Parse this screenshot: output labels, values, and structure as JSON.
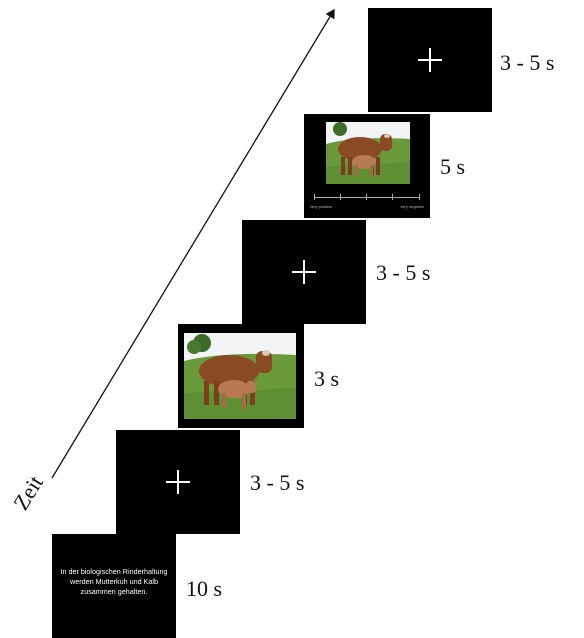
{
  "time_axis_label": "Zeit",
  "trials": [
    {
      "kind": "text",
      "durations_text": "10 s",
      "text": "In der biologischen Rinderhaltung werden Mutterkuh und Kalb zusammen gehalten."
    },
    {
      "kind": "fixation",
      "durations_text": "3 - 5 s"
    },
    {
      "kind": "image",
      "durations_text": "3 s",
      "image_description": "cow and calf on pasture"
    },
    {
      "kind": "fixation",
      "durations_text": "3 - 5 s"
    },
    {
      "kind": "image_with_rating",
      "durations_text": "5 s",
      "image_description": "cow and calf on pasture",
      "scale_left": "very positive",
      "scale_right": "very negative"
    },
    {
      "kind": "fixation",
      "durations_text": "3 - 5 s"
    }
  ],
  "colors": {
    "screen": "#000000",
    "sky": "#f2f4f6",
    "grass": "#6a9a3a",
    "cow": "#8a4a24",
    "arrow": "#111111"
  }
}
